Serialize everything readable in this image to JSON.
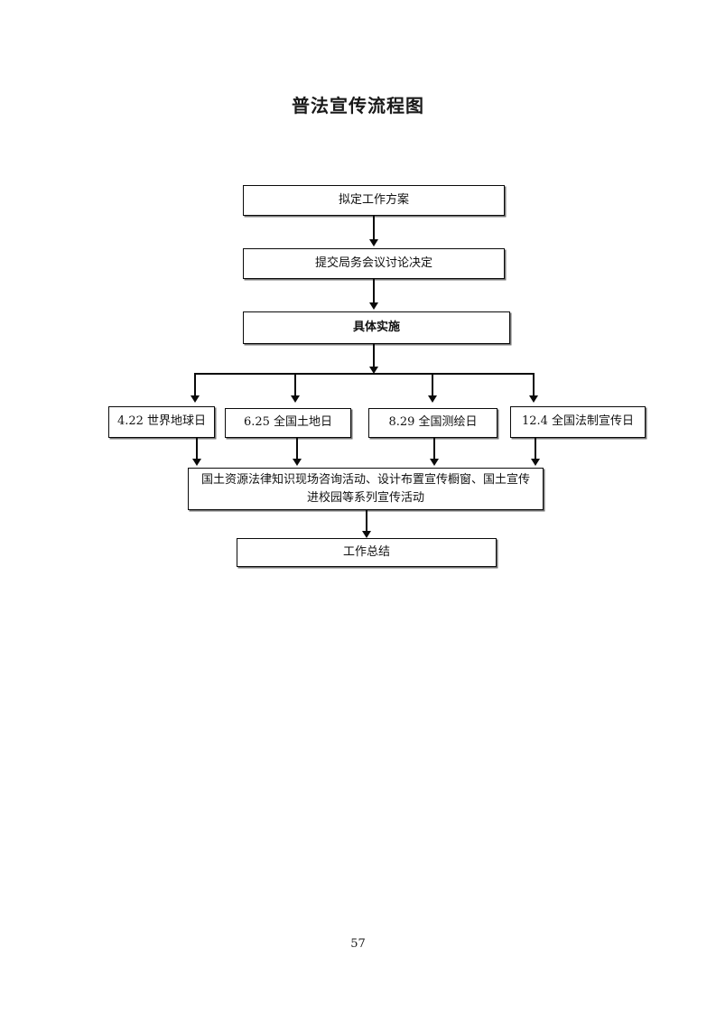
{
  "document": {
    "title": "普法宣传流程图",
    "page_number": "57"
  },
  "flowchart": {
    "nodes": [
      {
        "id": "plan",
        "label": "拟定工作方案"
      },
      {
        "id": "review",
        "label": "提交局务会议讨论决定"
      },
      {
        "id": "implement",
        "label": "具体实施"
      },
      {
        "id": "day-earth",
        "label": "4.22 世界地球日"
      },
      {
        "id": "day-land",
        "label": "6.25 全国土地日"
      },
      {
        "id": "day-survey",
        "label": "8.29 全国测绘日"
      },
      {
        "id": "day-law",
        "label": "12.4 全国法制宣传日"
      },
      {
        "id": "activities",
        "label": "国土资源法律知识现场咨询活动、设计布置宣传橱窗、国土宣传进校园等系列宣传活动"
      },
      {
        "id": "summary",
        "label": "工作总结"
      }
    ],
    "colors": {
      "border": "#0a0a0a",
      "fill": "#ffffff",
      "text": "#111111"
    }
  }
}
